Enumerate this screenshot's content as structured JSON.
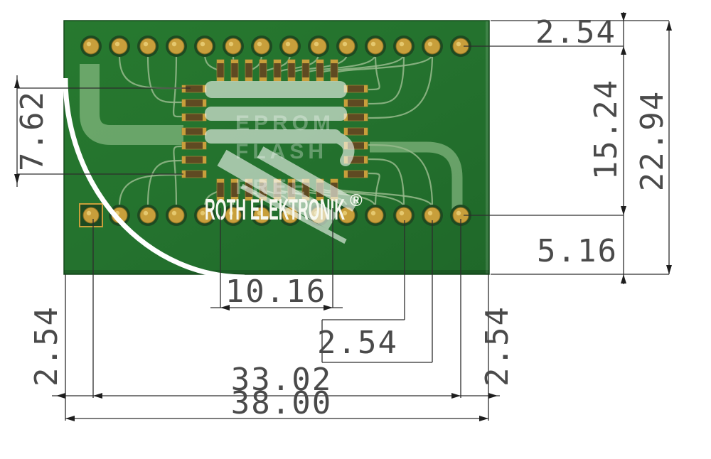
{
  "drawing": {
    "brand": "ROTH ELEKTRONIK",
    "registered_mark": "®",
    "watermark_lines": [
      "EPROM",
      "FLASH",
      "FREE"
    ],
    "dimensions": {
      "pad_offset_top": "2.54",
      "row_spacing": "15.24",
      "board_height": "22.94",
      "side_pad_span": "7.62",
      "bottom_offset": "5.16",
      "smd_span": "10.16",
      "hole_pitch": "2.54",
      "left_margin": "2.54",
      "right_margin": "2.54",
      "hole_row_span": "33.02",
      "board_width": "38.00"
    },
    "pcb": {
      "holes_per_row": 14,
      "hole_rows": 2,
      "smd_pads_top": 9,
      "smd_pads_bottom": 9,
      "smd_pads_left": 7,
      "smd_pads_right": 7,
      "pin1_square_pad": true
    },
    "colors": {
      "board_green": "#25752f",
      "board_green_dark": "#1b5f25",
      "hole_ring": "#1d4a21",
      "pad_gold": "#c89f3b",
      "pad_gold_dark": "#8a6c20",
      "smd_body": "#5f4a22",
      "trace_light": "rgba(173,214,164,0.50)",
      "trace_thin": "rgba(150,186,140,0.85)",
      "silkscreen": "#f7f9f1",
      "watermark": "#f2f8f1",
      "dimension_line": "#2d2d2d"
    }
  }
}
